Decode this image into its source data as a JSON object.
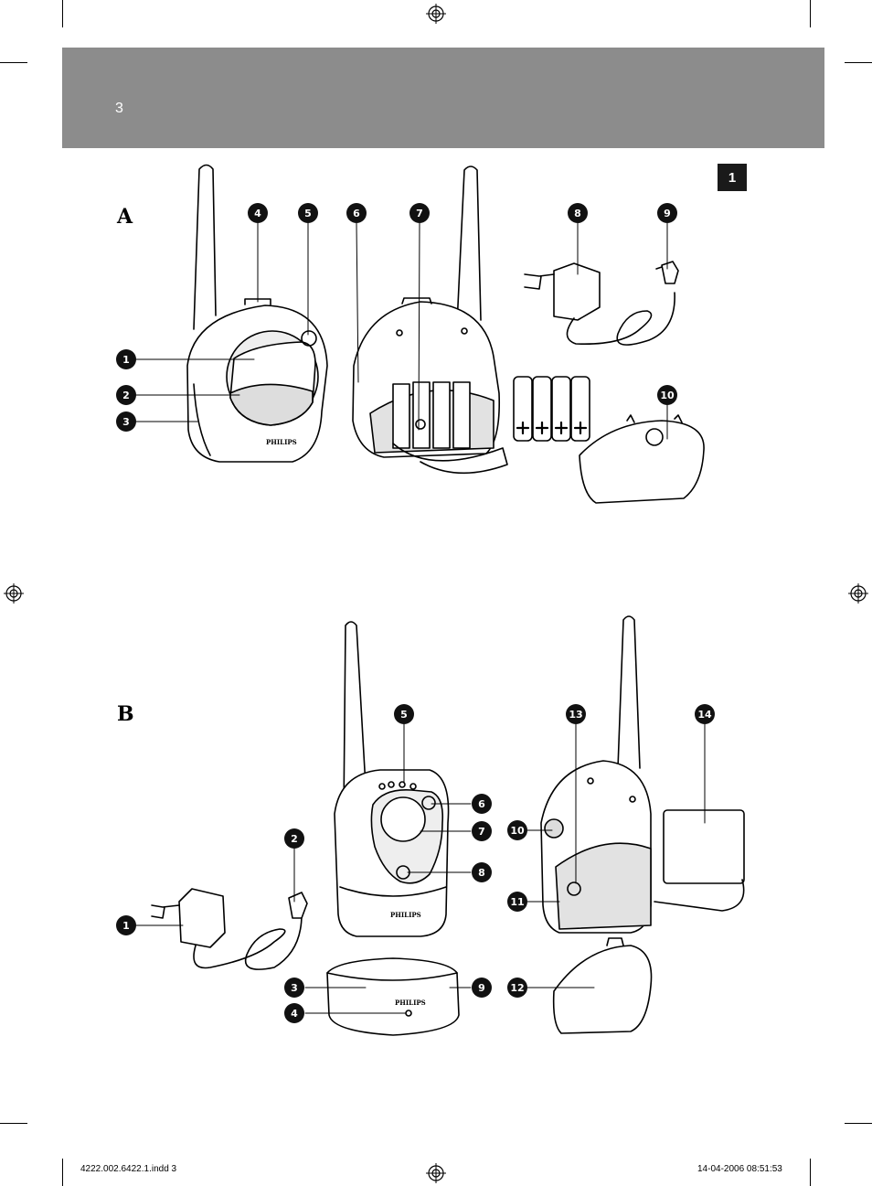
{
  "header": {
    "page_number": "3",
    "chapter_tab": "1"
  },
  "sections": [
    {
      "letter": "A",
      "callouts": [
        "1",
        "2",
        "3",
        "4",
        "5",
        "6",
        "7",
        "8",
        "9",
        "10"
      ]
    },
    {
      "letter": "B",
      "callouts": [
        "1",
        "2",
        "3",
        "4",
        "5",
        "6",
        "7",
        "8",
        "9",
        "10",
        "11",
        "12",
        "13",
        "14"
      ]
    }
  ],
  "brand_text": "PHILIPS",
  "footer": {
    "filename": "4222.002.6422.1.indd   3",
    "timestamp": "14-04-2006   08:51:53"
  }
}
